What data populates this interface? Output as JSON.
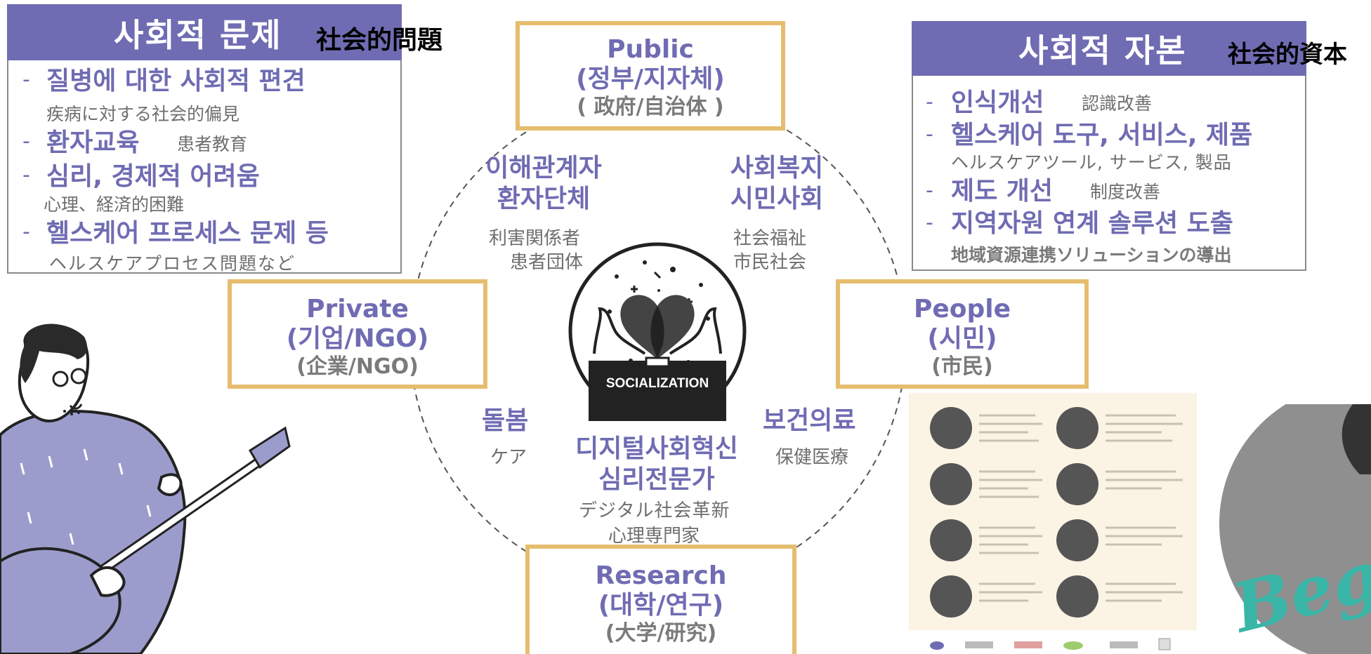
{
  "social_issues": {
    "title_ko": "사회적 문제",
    "title_ja": "社会的問題",
    "items": [
      {
        "ko": "질병에 대한 사회적 편견",
        "ja": "疾病に対する社会的偏見"
      },
      {
        "ko": "환자교육",
        "ja": "患者教育"
      },
      {
        "ko": "심리, 경제적 어려움",
        "ja": "心理、経済的困難"
      },
      {
        "ko": "헬스케어 프로세스 문제 등",
        "ja": "ヘルスケアプロセス問題など"
      }
    ]
  },
  "social_capital": {
    "title_ko": "사회적 자본",
    "title_ja": "社会的資本",
    "items": [
      {
        "ko": "인식개선",
        "ja": "認識改善"
      },
      {
        "ko": "헬스케어 도구, 서비스, 제품",
        "ja": "ヘルスケアツール, サービス, 製品"
      },
      {
        "ko": "제도 개선",
        "ja": "制度改善"
      },
      {
        "ko": "지역자원 연계 솔루션 도출",
        "ja": "地域資源連携ソリューションの導出"
      }
    ]
  },
  "sectors": {
    "public": {
      "en": "Public",
      "ko": "(정부/지자체)",
      "ja": "( 政府/自治体 )"
    },
    "private": {
      "en": "Private",
      "ko": "(기업/NGO)",
      "ja": "(企業/NGO)"
    },
    "people": {
      "en": "People",
      "ko": "(시민)",
      "ja": "(市民)"
    },
    "research": {
      "en": "Research",
      "ko": "(대학/연구)",
      "ja": "(大学/研究)"
    }
  },
  "stakeholders": {
    "patient": {
      "ko1": "이해관계자",
      "ko2": "환자단체",
      "ja1": "利害関係者",
      "ja2": "患者団体"
    },
    "welfare": {
      "ko1": "사회복지",
      "ko2": "시민사회",
      "ja1": "社会福祉",
      "ja2": "市民社会"
    },
    "care": {
      "ko": "돌봄",
      "ja": "ケア"
    },
    "health": {
      "ko": "보건의료",
      "ja": "保健医療"
    },
    "digital": {
      "ko1": "디지털사회혁신",
      "ko2": "심리전문가",
      "ja1": "デジタル社会革新",
      "ja2": "心理専門家"
    }
  },
  "logo_text": "SOCIALIZATION",
  "poster_text": "Begin",
  "colors": {
    "accent": "#6f6cb3",
    "gold": "#e5bd6f",
    "gray": "#7a7a7a"
  }
}
